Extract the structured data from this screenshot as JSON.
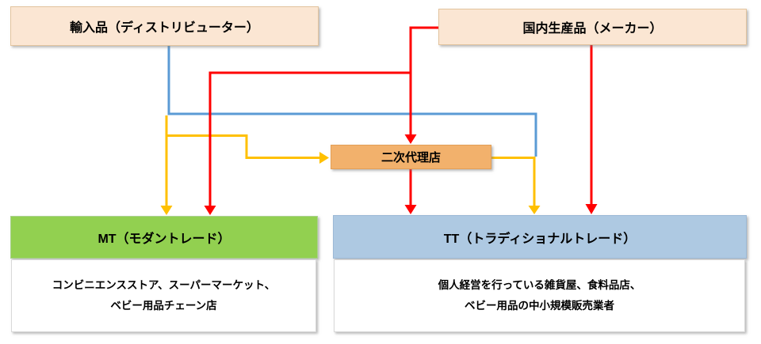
{
  "diagram_title": "baby-goods-distribution-channels",
  "boxes": {
    "imported": {
      "label": "輸入品（ディストリビューター）"
    },
    "domestic": {
      "label": "国内生産品（メーカー）"
    },
    "secondary_agent": {
      "label": "二次代理店"
    },
    "mt": {
      "header": "MT（モダントレード）",
      "body_line1": "コンビニエンスストア、スーパーマーケット、",
      "body_line2": "ベビー用品チェーン店"
    },
    "tt": {
      "header": "TT（トラディショナルトレード）",
      "body_line1": "個人経営を行っている雑貨屋、食料品店、",
      "body_line2": "ベビー用品の中小規模販売業者"
    }
  },
  "colors": {
    "cream_fill": "#FBE6D3",
    "cream_border": "#E3C49E",
    "orange_fill": "#F2B16C",
    "orange_border": "#E39F56",
    "green_fill": "#92D050",
    "green_border": "#A9D18E",
    "ttblue_fill": "#AEC9E2",
    "ttblue_border": "#9CB9D6",
    "white_fill": "#FFFFFF",
    "white_border": "#D9D9D9",
    "line_blue": "#5B9BD5",
    "line_red": "#FF0000",
    "line_yellow": "#FFC000",
    "text": "#000000"
  }
}
